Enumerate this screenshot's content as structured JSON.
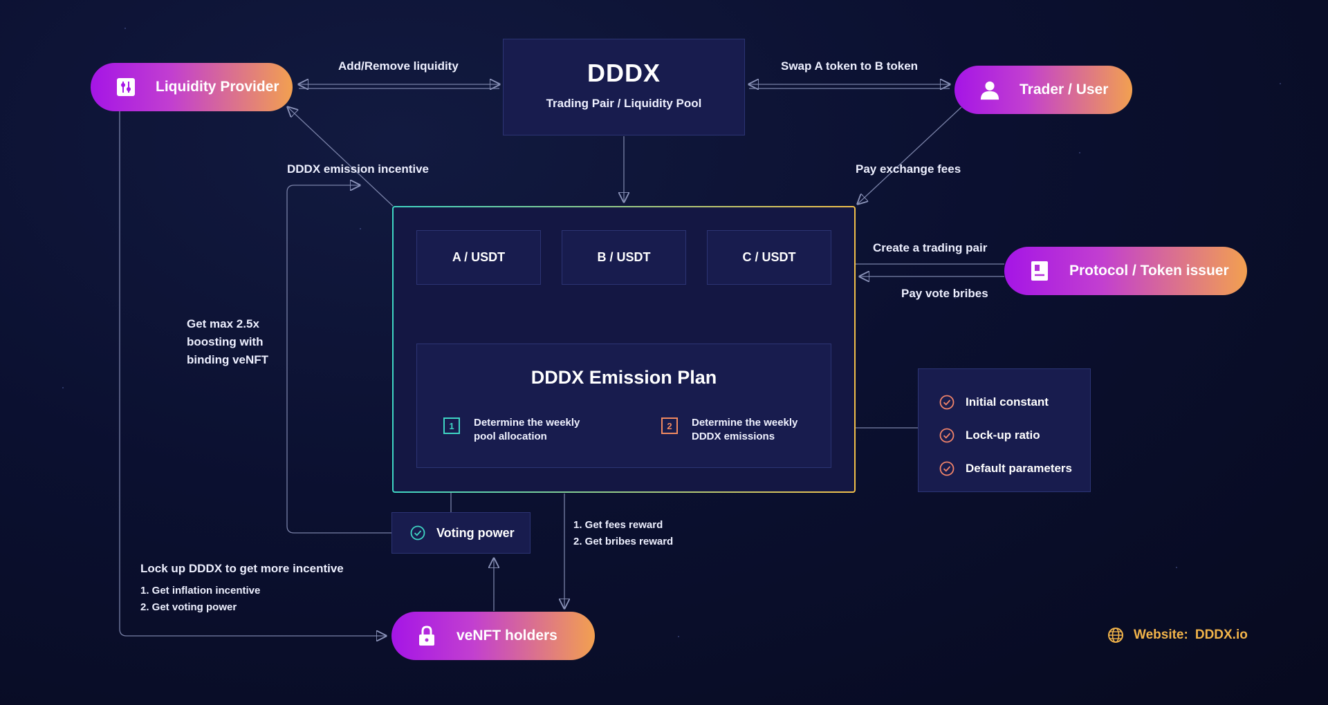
{
  "logo": "DDDX",
  "pool": {
    "subtitle": "Trading Pair / Liquidity Pool"
  },
  "actors": {
    "liquidity_provider": "Liquidity Provider",
    "trader": "Trader / User",
    "protocol": "Protocol / Token issuer",
    "venft": "veNFT holders"
  },
  "edges": {
    "add_remove": "Add/Remove liquidity",
    "swap": "Swap A token to B token",
    "emission_incentive": "DDDX emission incentive",
    "pay_fees": "Pay exchange fees",
    "create_pair": "Create a trading pair",
    "pay_bribes": "Pay vote bribes",
    "boost_line1": "Get max 2.5x",
    "boost_line2": "boosting with",
    "boost_line3": "binding veNFT",
    "reward_1": "1. Get fees reward",
    "reward_2": "2. Get bribes reward",
    "lockup_title": "Lock up DDDX to get more incentive",
    "lockup_1": "1. Get inflation incentive",
    "lockup_2": "2. Get voting power"
  },
  "pairs": [
    "A / USDT",
    "B / USDT",
    "C / USDT"
  ],
  "emission": {
    "title": "DDDX Emission Plan",
    "step1_num": "1",
    "step1_line1": "Determine the weekly",
    "step1_line2": "pool allocation",
    "step2_num": "2",
    "step2_line1": "Determine the weekly",
    "step2_line2": "DDDX emissions"
  },
  "voting": "Voting power",
  "params": [
    "Initial constant",
    "Lock-up ratio",
    "Default parameters"
  ],
  "website": {
    "label": "Website:",
    "value": "DDDX.io"
  },
  "colors": {
    "pill_start": "#a515e6",
    "pill_end": "#f2a050",
    "teal": "#3fd6c4",
    "orange": "#f2a050",
    "line": "#7a82a8"
  }
}
